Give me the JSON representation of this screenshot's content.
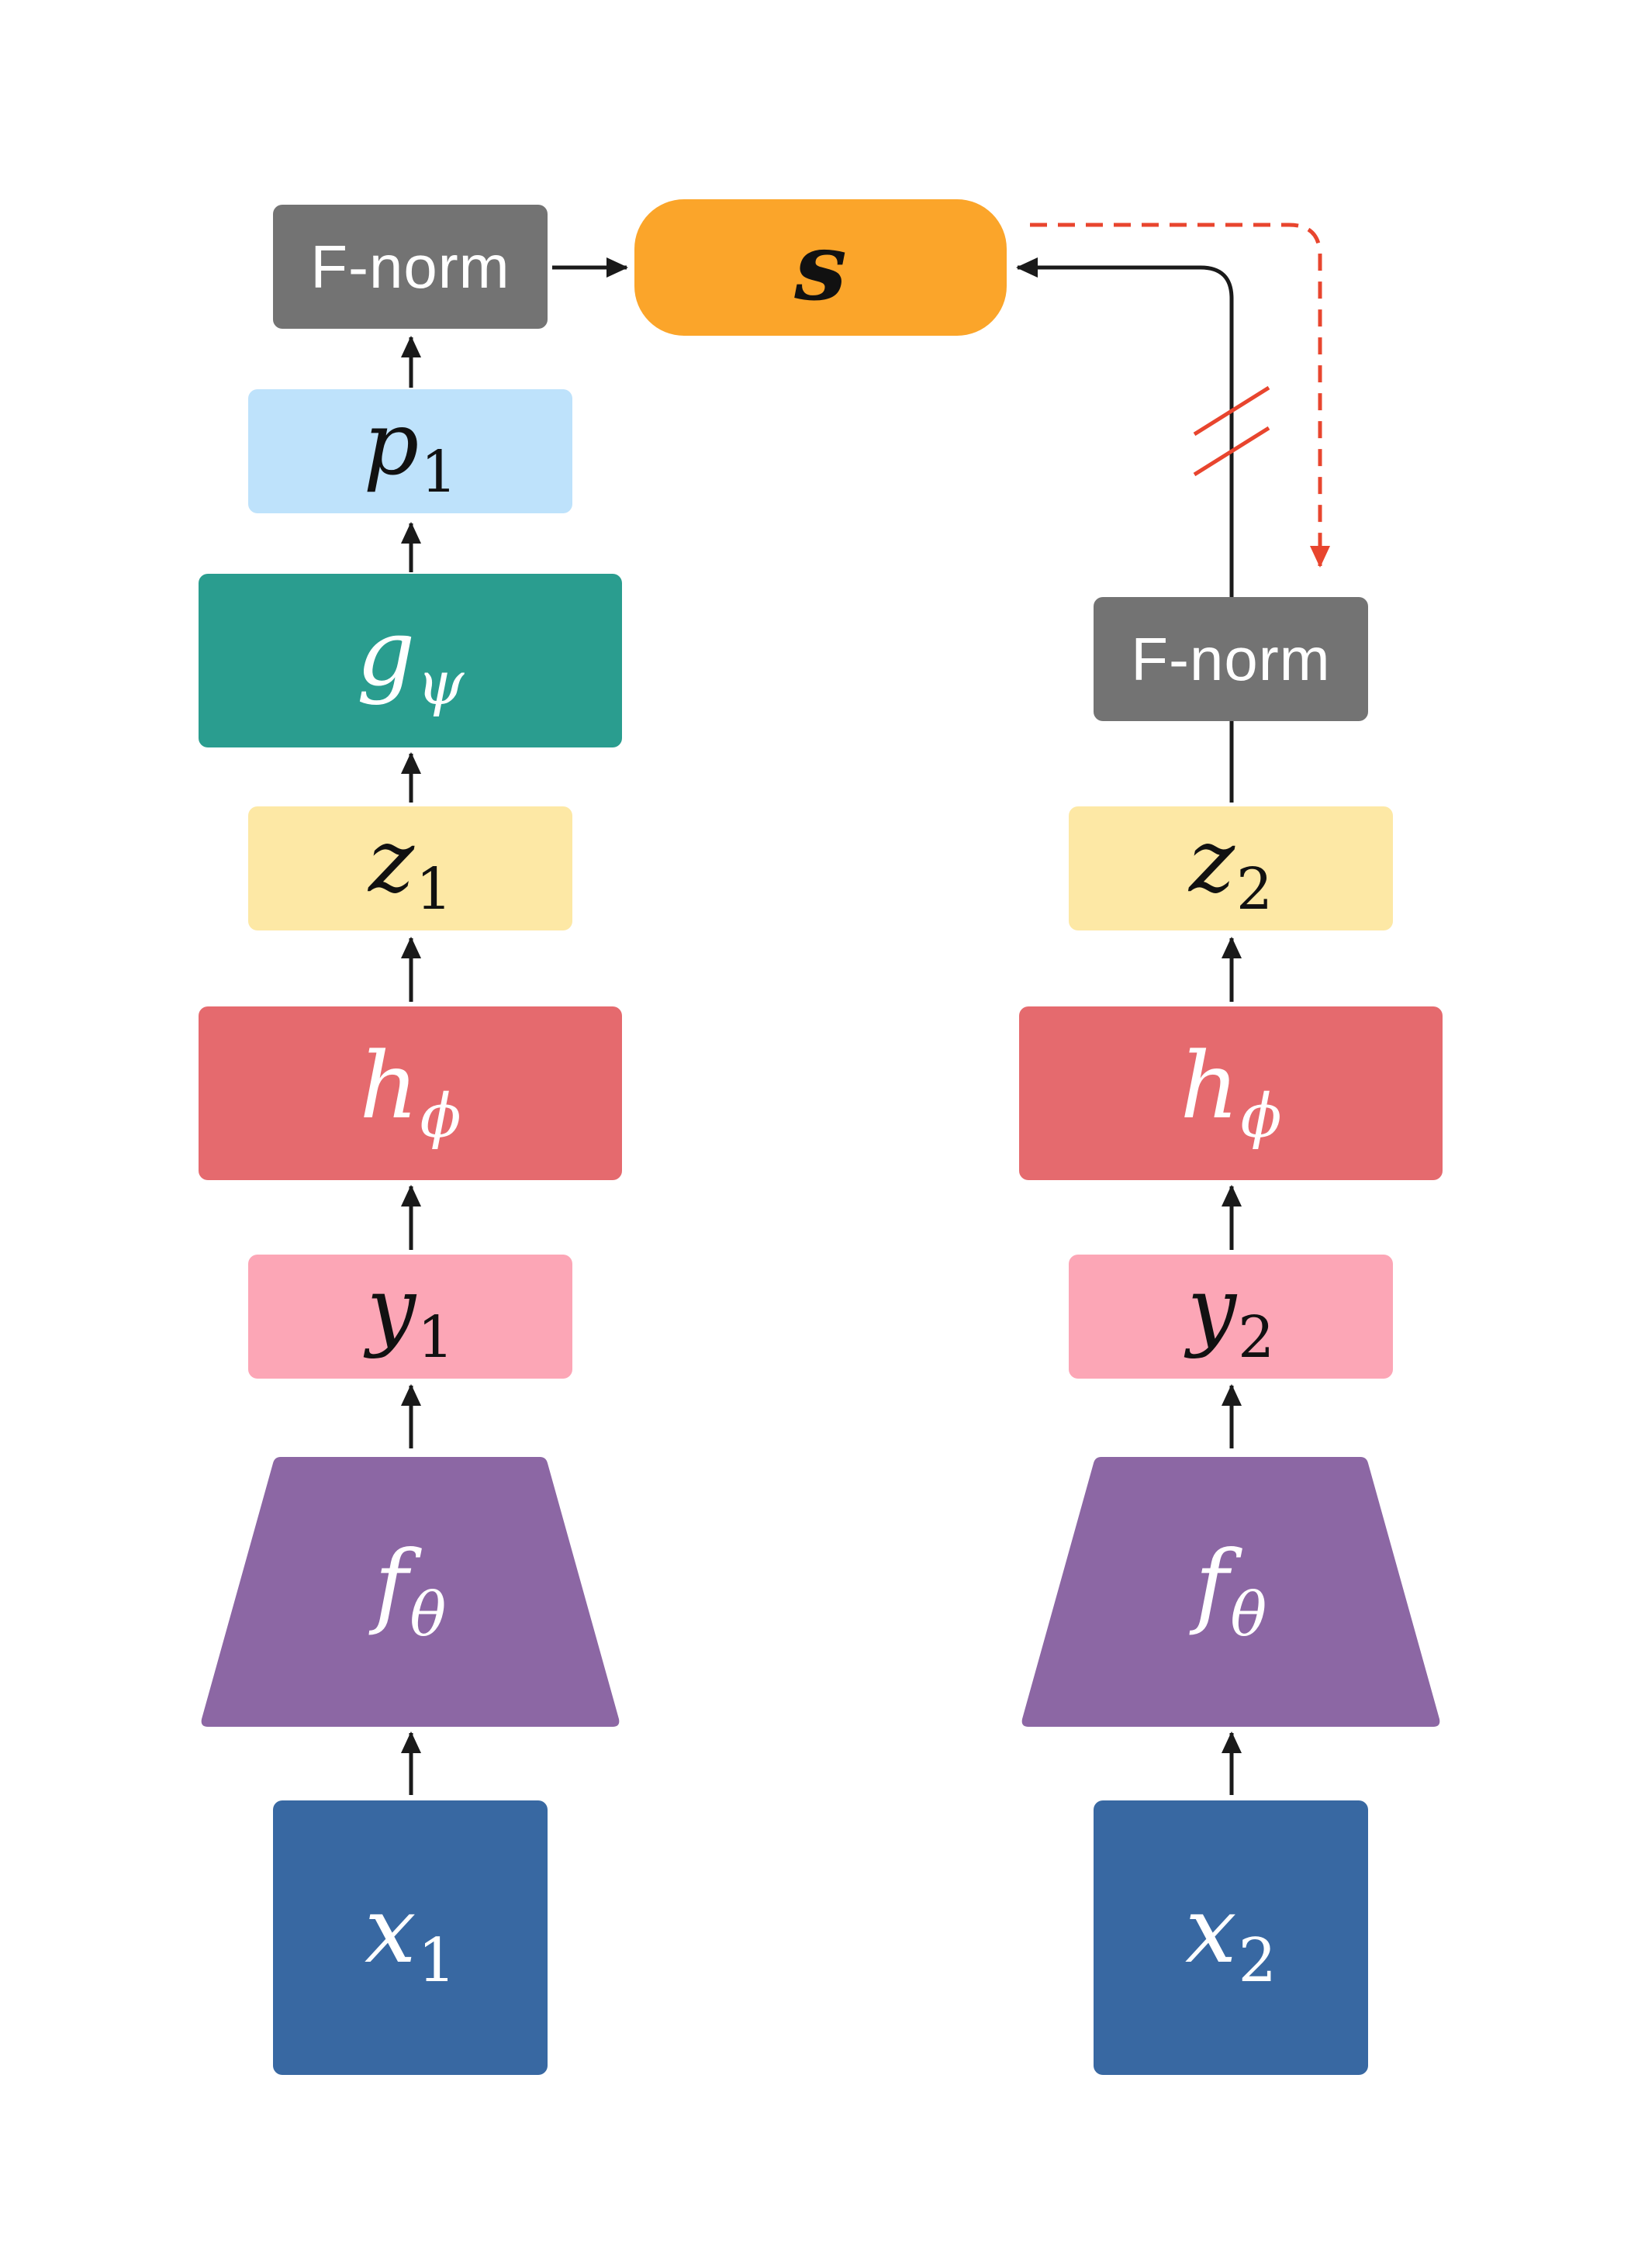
{
  "diagram": {
    "colors": {
      "fnorm": "#737373",
      "s": "#FBA52A",
      "p": "#BEE2FB",
      "g": "#2A9D8F",
      "z": "#FDE8A5",
      "h": "#E56A6E",
      "y": "#FCA6B6",
      "f": "#8C67A4",
      "x": "#3868A2",
      "arrow": "#1a1a1a",
      "stop_gradient": "#E8452E"
    },
    "top": {
      "s": {
        "symbol": "s"
      }
    },
    "left": {
      "fnorm": {
        "label": "F-norm"
      },
      "p": {
        "symbol": "p",
        "sub": "1"
      },
      "g": {
        "symbol": "g",
        "sub": "ψ"
      },
      "z": {
        "symbol": "z",
        "sub": "1"
      },
      "h": {
        "symbol": "h",
        "sub": "ϕ"
      },
      "y": {
        "symbol": "y",
        "sub": "1"
      },
      "f": {
        "symbol": "f",
        "sub": "θ"
      },
      "x": {
        "symbol": "x",
        "sub": "1"
      }
    },
    "right": {
      "fnorm": {
        "label": "F-norm"
      },
      "z": {
        "symbol": "z",
        "sub": "2"
      },
      "h": {
        "symbol": "h",
        "sub": "ϕ"
      },
      "y": {
        "symbol": "y",
        "sub": "2"
      },
      "f": {
        "symbol": "f",
        "sub": "θ"
      },
      "x": {
        "symbol": "x",
        "sub": "2"
      }
    }
  }
}
